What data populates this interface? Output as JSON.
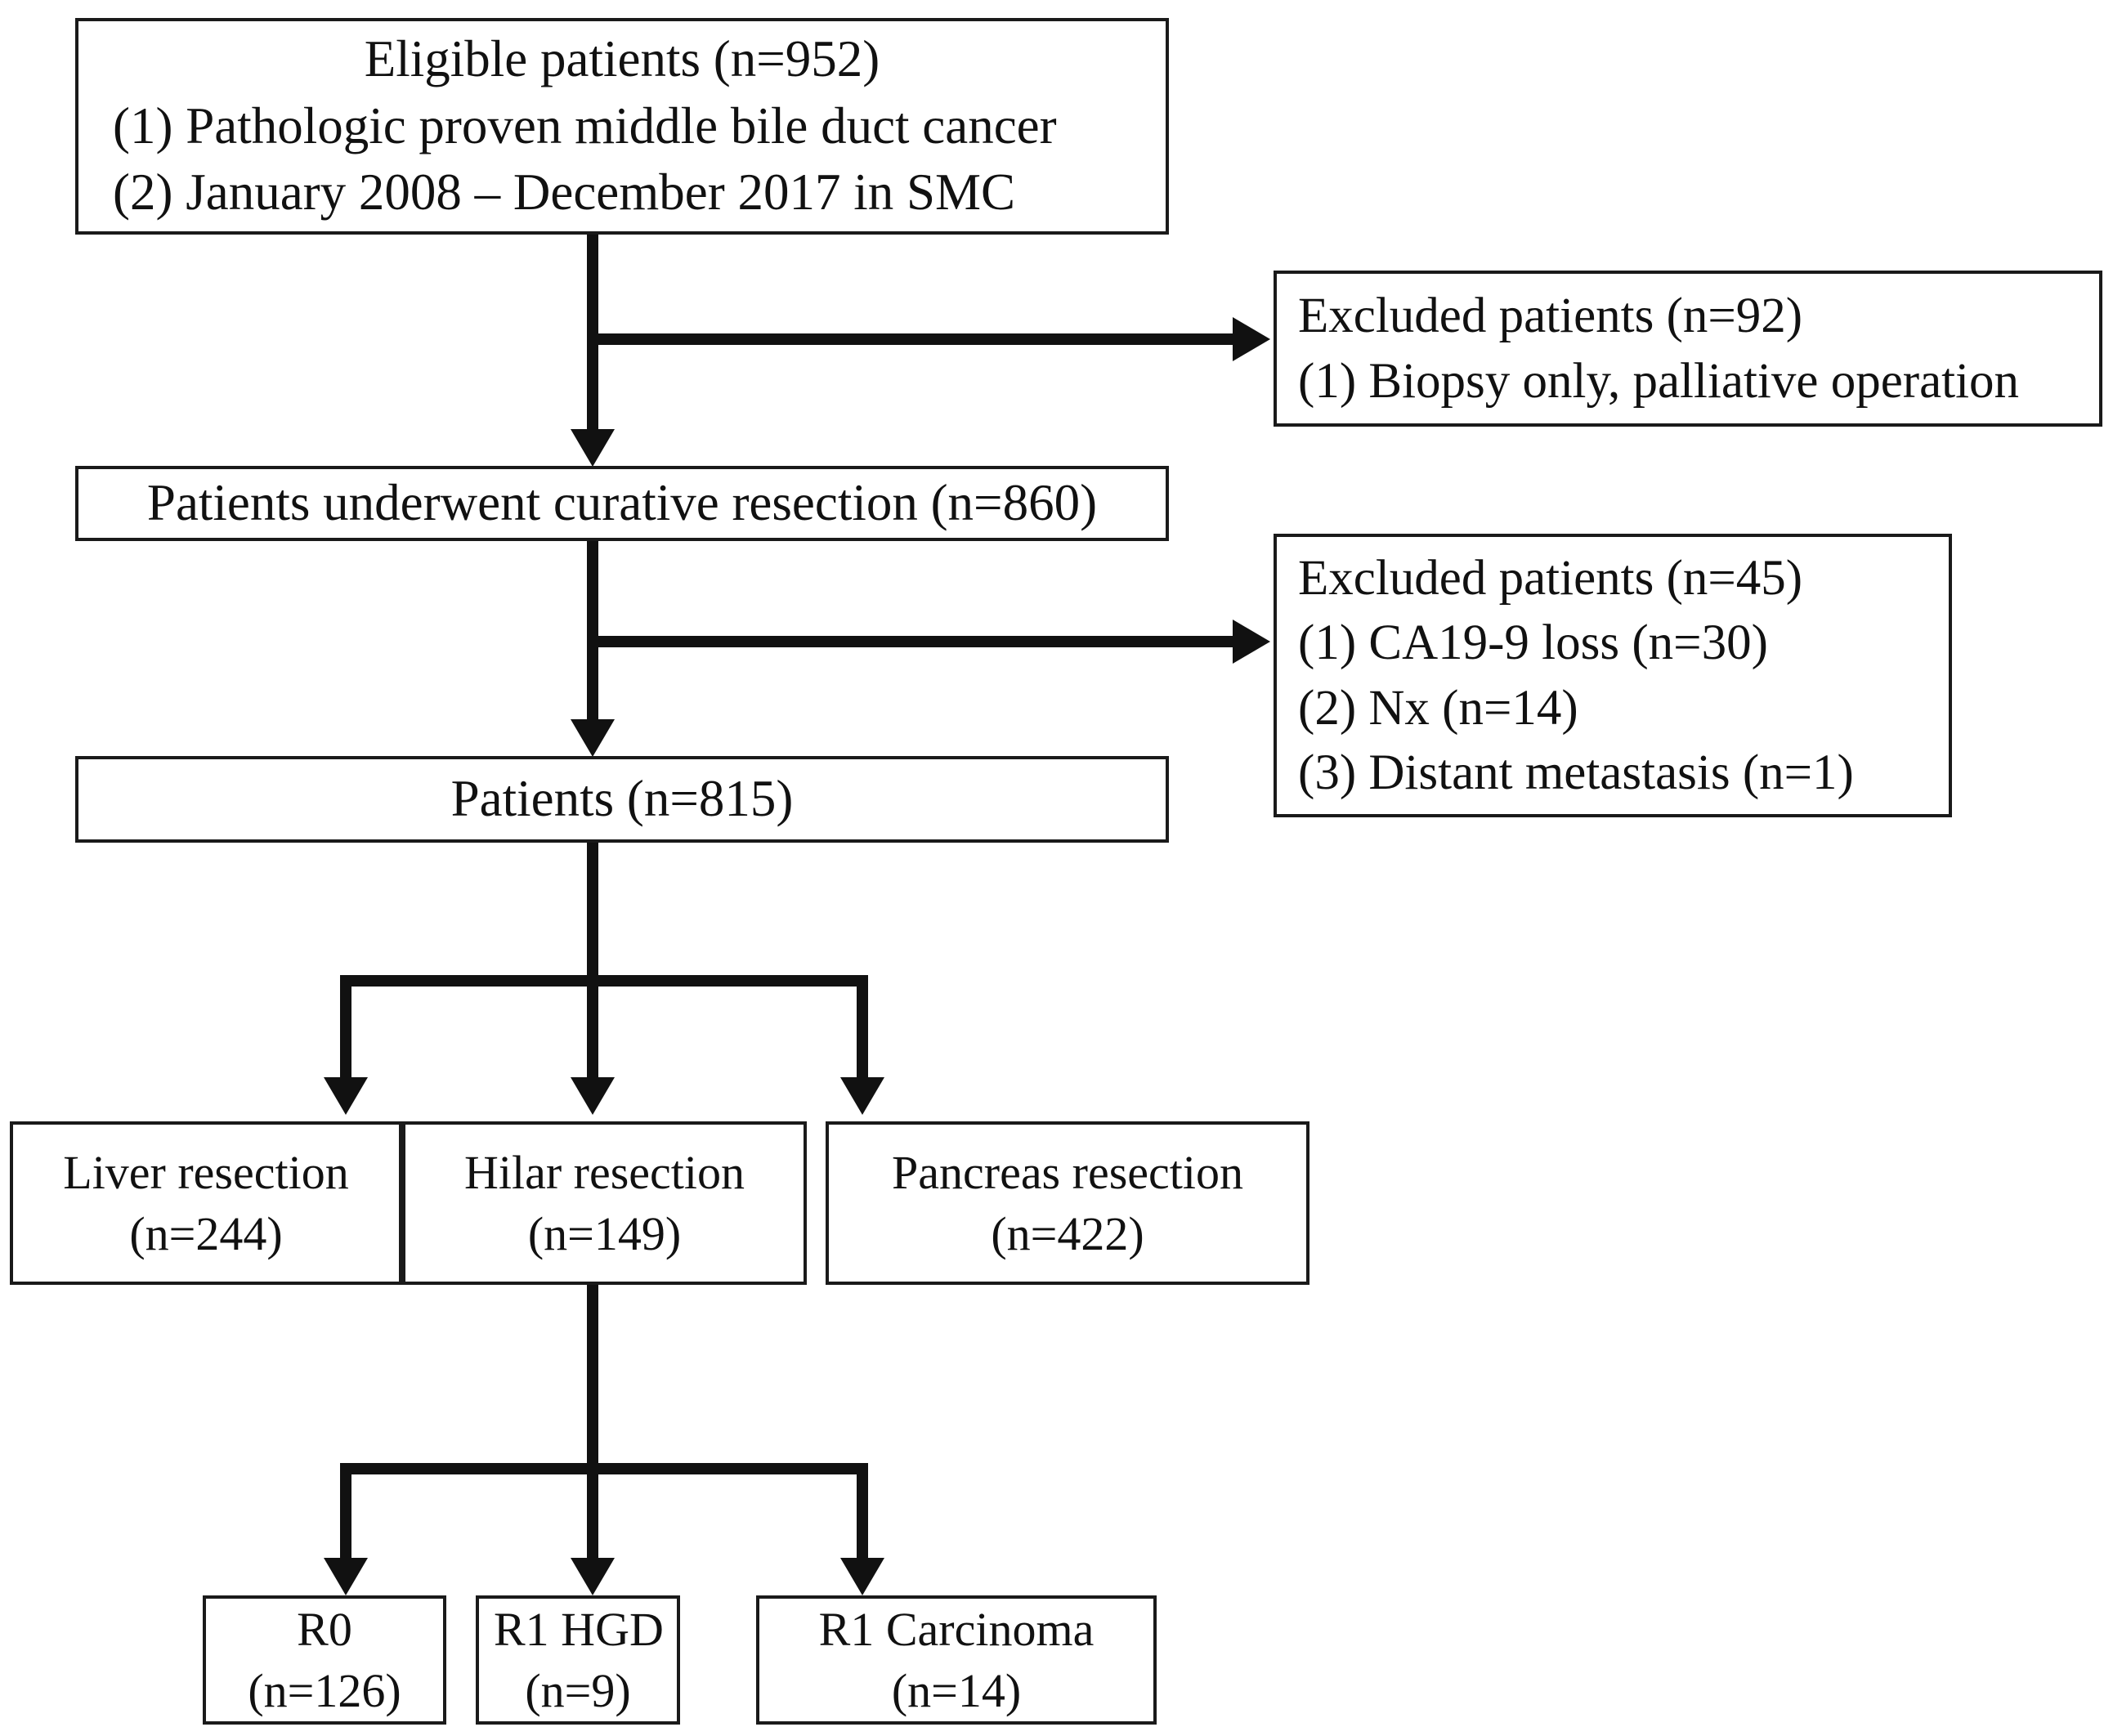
{
  "diagram": {
    "title": "Patient selection flowchart",
    "type": "flowchart",
    "line_color": "#111111",
    "box_border_color": "#1a1a1a",
    "background": "#ffffff"
  },
  "nodes": {
    "eligible": {
      "line1": "Eligible patients (n=952)",
      "line2": "(1) Pathologic proven middle bile duct cancer",
      "line3": "(2) January 2008 – December 2017 in SMC"
    },
    "excluded_1": {
      "line1": "Excluded patients (n=92)",
      "line2": "(1) Biopsy only, palliative operation"
    },
    "curative": {
      "line1": "Patients underwent curative resection (n=860)"
    },
    "excluded_2": {
      "line1": "Excluded patients (n=45)",
      "line2": "(1) CA19-9 loss (n=30)",
      "line3": "(2) Nx (n=14)",
      "line4": "(3) Distant metastasis (n=1)"
    },
    "patients": {
      "line1": "Patients (n=815)"
    },
    "liver": {
      "line1": "Liver resection",
      "line2": "(n=244)"
    },
    "hilar": {
      "line1": "Hilar resection",
      "line2": "(n=149)"
    },
    "pancreas": {
      "line1": "Pancreas resection",
      "line2": "(n=422)"
    },
    "r0": {
      "line1": "R0",
      "line2": "(n=126)"
    },
    "r1_hgd": {
      "line1": "R1 HGD",
      "line2": "(n=9)"
    },
    "r1_carcinoma": {
      "line1": "R1 Carcinoma",
      "line2": "(n=14)"
    }
  },
  "counts": {
    "eligible": 952,
    "excluded_biopsy_palliative": 92,
    "curative_resection": 860,
    "excluded_total_2": 45,
    "ca19_9_loss": 30,
    "nx": 14,
    "distant_metastasis": 1,
    "patients_final": 815,
    "liver_resection": 244,
    "hilar_resection": 149,
    "pancreas_resection": 422,
    "r0": 126,
    "r1_hgd": 9,
    "r1_carcinoma": 14
  }
}
